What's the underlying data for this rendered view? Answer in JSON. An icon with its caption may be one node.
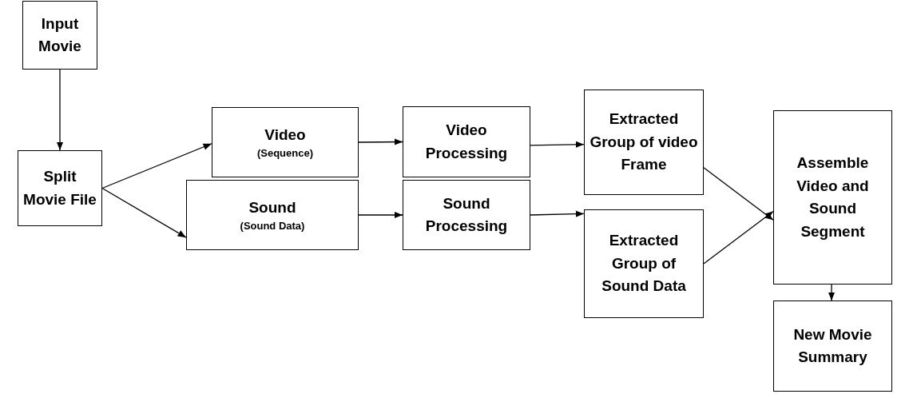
{
  "diagram": {
    "nodes": [
      {
        "text": [
          "Input Movie"
        ]
      },
      {
        "text": [
          "Split Movie File"
        ]
      },
      {
        "text": [
          "Video",
          "(Sequence)"
        ]
      },
      {
        "text": [
          "Sound",
          "(Sound Data)"
        ]
      },
      {
        "text": [
          "Video Processing"
        ]
      },
      {
        "text": [
          "Sound Processing"
        ]
      },
      {
        "text": [
          "Extracted Group of video Frame"
        ]
      },
      {
        "text": [
          "Extracted Group of Sound Data"
        ]
      },
      {
        "text": [
          "Assemble Video and Sound Segment"
        ]
      },
      {
        "text": [
          "New Movie Summary"
        ]
      }
    ],
    "edges": [
      {
        "from": 0,
        "to": 1,
        "arrow": "to"
      },
      {
        "from": 1,
        "to": 2,
        "arrow": "to"
      },
      {
        "from": 1,
        "to": 3,
        "arrow": "to"
      },
      {
        "from": 2,
        "to": 4,
        "arrow": "to"
      },
      {
        "from": 3,
        "to": 5,
        "arrow": "to"
      },
      {
        "from": 4,
        "to": 6,
        "arrow": "to"
      },
      {
        "from": 5,
        "to": 7,
        "arrow": "to"
      },
      {
        "from": 6,
        "to": 8,
        "arrow": "to"
      },
      {
        "from": 7,
        "to": 8,
        "arrow": "to"
      },
      {
        "from": 8,
        "to": 9,
        "arrow": "to"
      }
    ]
  }
}
